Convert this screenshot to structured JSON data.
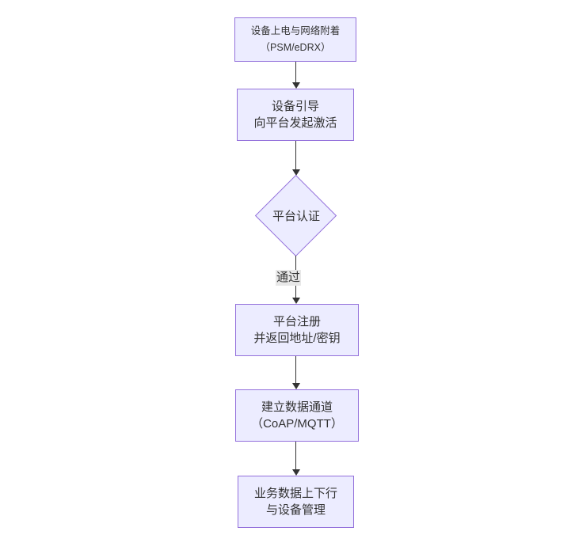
{
  "diagram": {
    "type": "flowchart-vertical",
    "colors": {
      "background": "#ffffff",
      "node_fill": "#ECECFF",
      "node_border": "#9370DB",
      "text_color": "#333333",
      "arrow_color": "#333333",
      "edge_label_bg": "#e8e8e8"
    },
    "nodes": [
      {
        "id": "power-attach",
        "type": "rect",
        "lines": [
          "设备上电与网络附着",
          "（PSM/eDRX）"
        ]
      },
      {
        "id": "bootstrap",
        "type": "rect",
        "lines": [
          "设备引导",
          "向平台发起激活"
        ]
      },
      {
        "id": "platform-auth",
        "type": "diamond",
        "lines": [
          "平台认证"
        ]
      },
      {
        "id": "platform-register",
        "type": "rect",
        "lines": [
          "平台注册",
          "并返回地址/密钥"
        ]
      },
      {
        "id": "data-channel",
        "type": "rect",
        "lines": [
          "建立数据通道",
          "（CoAP/MQTT）"
        ]
      },
      {
        "id": "business-data",
        "type": "rect",
        "lines": [
          "业务数据上下行",
          "与设备管理"
        ]
      }
    ],
    "edges": [
      {
        "from": "power-attach",
        "to": "bootstrap",
        "label": ""
      },
      {
        "from": "bootstrap",
        "to": "platform-auth",
        "label": ""
      },
      {
        "from": "platform-auth",
        "to": "platform-register",
        "label": "通过"
      },
      {
        "from": "platform-register",
        "to": "data-channel",
        "label": ""
      },
      {
        "from": "data-channel",
        "to": "business-data",
        "label": ""
      }
    ]
  }
}
